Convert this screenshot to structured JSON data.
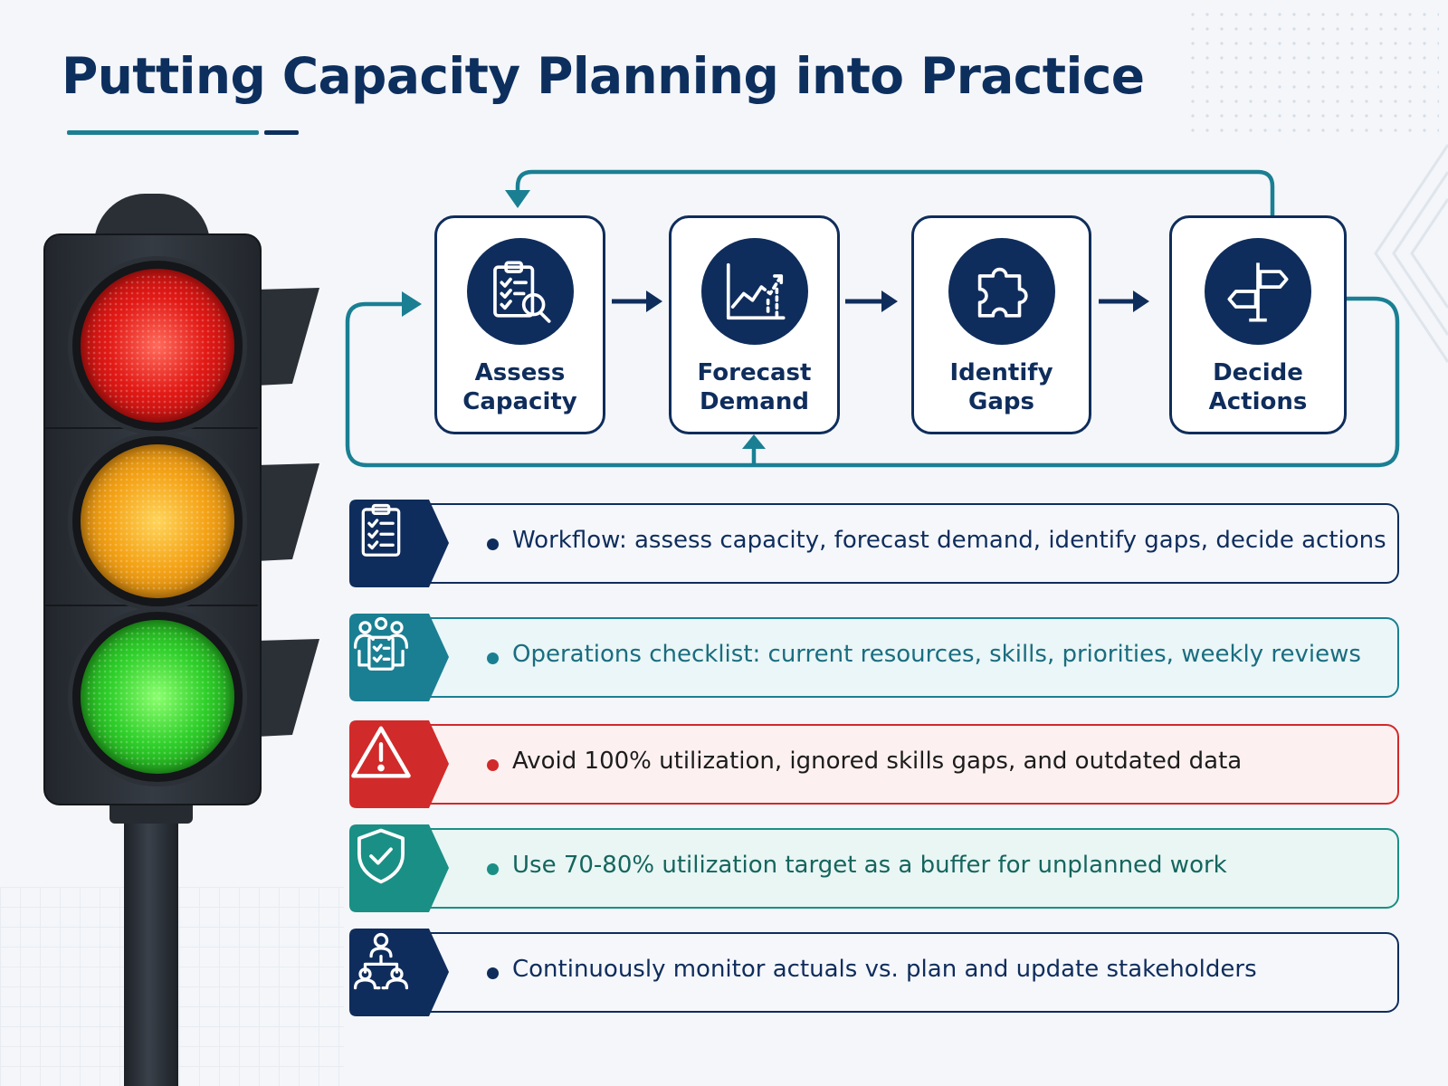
{
  "title": "Putting Capacity Planning into Practice",
  "traffic_light": {
    "lamps": [
      {
        "color_name": "red",
        "hex": "#e21a16"
      },
      {
        "color_name": "amber",
        "hex": "#f4a317"
      },
      {
        "color_name": "green",
        "hex": "#2fcf2a"
      }
    ]
  },
  "cycle": {
    "steps": [
      {
        "label_line1": "Assess",
        "label_line2": "Capacity",
        "icon": "clipboard-magnifier-icon"
      },
      {
        "label_line1": "Forecast",
        "label_line2": "Demand",
        "icon": "trend-chart-icon"
      },
      {
        "label_line1": "Identify",
        "label_line2": "Gaps",
        "icon": "puzzle-piece-icon"
      },
      {
        "label_line1": "Decide",
        "label_line2": "Actions",
        "icon": "signpost-icon"
      }
    ]
  },
  "banners": [
    {
      "text": "Workflow: assess capacity, forecast demand, identify gaps, decide actions",
      "icon": "checklist-icon",
      "color": "#0f2d5c",
      "fill": "#f5f7fb",
      "text_color": "#0f2d5c"
    },
    {
      "text": "Operations checklist: current resources, skills, priorities, weekly reviews",
      "icon": "team-checklist-icon",
      "color": "#1a7f93",
      "fill": "#eaf6f7",
      "text_color": "#1a6d80"
    },
    {
      "text": "Avoid 100% utilization, ignored skills gaps, and outdated data",
      "icon": "warning-icon",
      "color": "#d12a2a",
      "fill": "#fdf0f0",
      "text_color": "#1c1c1c"
    },
    {
      "text": "Use 70-80% utilization target as a buffer for unplanned work",
      "icon": "shield-check-icon",
      "color": "#1a8f85",
      "fill": "#e9f6f4",
      "text_color": "#15655e"
    },
    {
      "text": "Continuously monitor actuals vs. plan and update stakeholders",
      "icon": "stakeholders-icon",
      "color": "#0f2d5c",
      "fill": "#f5f7fb",
      "text_color": "#0f2d5c"
    }
  ]
}
